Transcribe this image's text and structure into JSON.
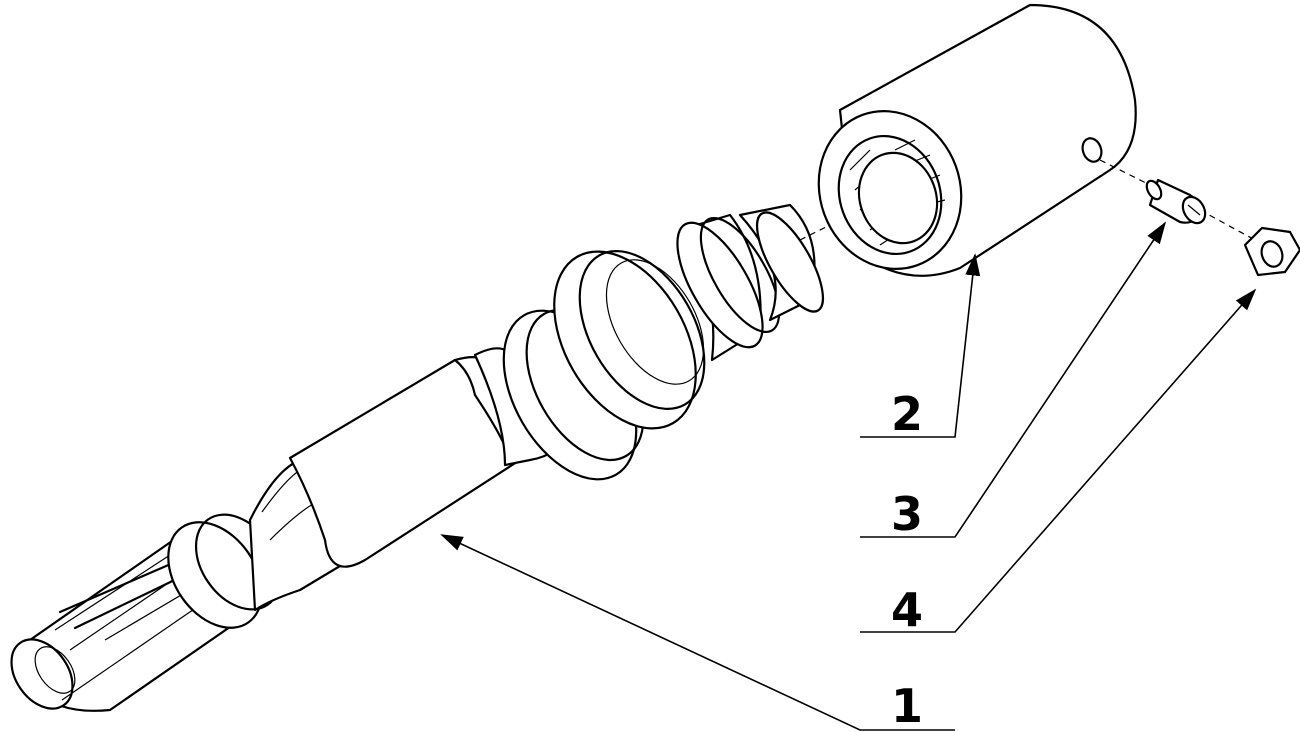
{
  "callouts": [
    {
      "id": "1"
    },
    {
      "id": "2"
    },
    {
      "id": "3"
    },
    {
      "id": "4"
    }
  ],
  "colors": {
    "line": "#000000",
    "background": "#ffffff"
  }
}
